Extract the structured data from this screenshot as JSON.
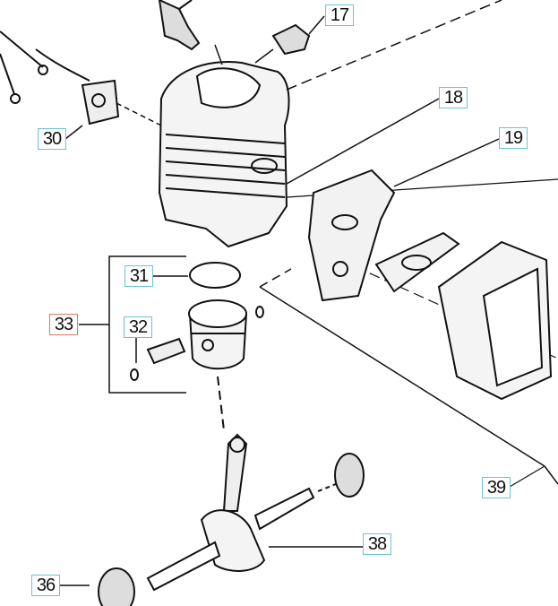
{
  "diagram": {
    "callouts": [
      {
        "id": "17",
        "label": "17"
      },
      {
        "id": "18",
        "label": "18"
      },
      {
        "id": "19",
        "label": "19"
      },
      {
        "id": "30",
        "label": "30"
      },
      {
        "id": "31",
        "label": "31"
      },
      {
        "id": "32",
        "label": "32"
      },
      {
        "id": "33",
        "label": "33",
        "selected": true
      },
      {
        "id": "36",
        "label": "36"
      },
      {
        "id": "38",
        "label": "38"
      },
      {
        "id": "39",
        "label": "39"
      }
    ],
    "colors": {
      "callout_border": "#6cc3d1",
      "selected_border": "#e07a60",
      "line": "#111111"
    }
  }
}
